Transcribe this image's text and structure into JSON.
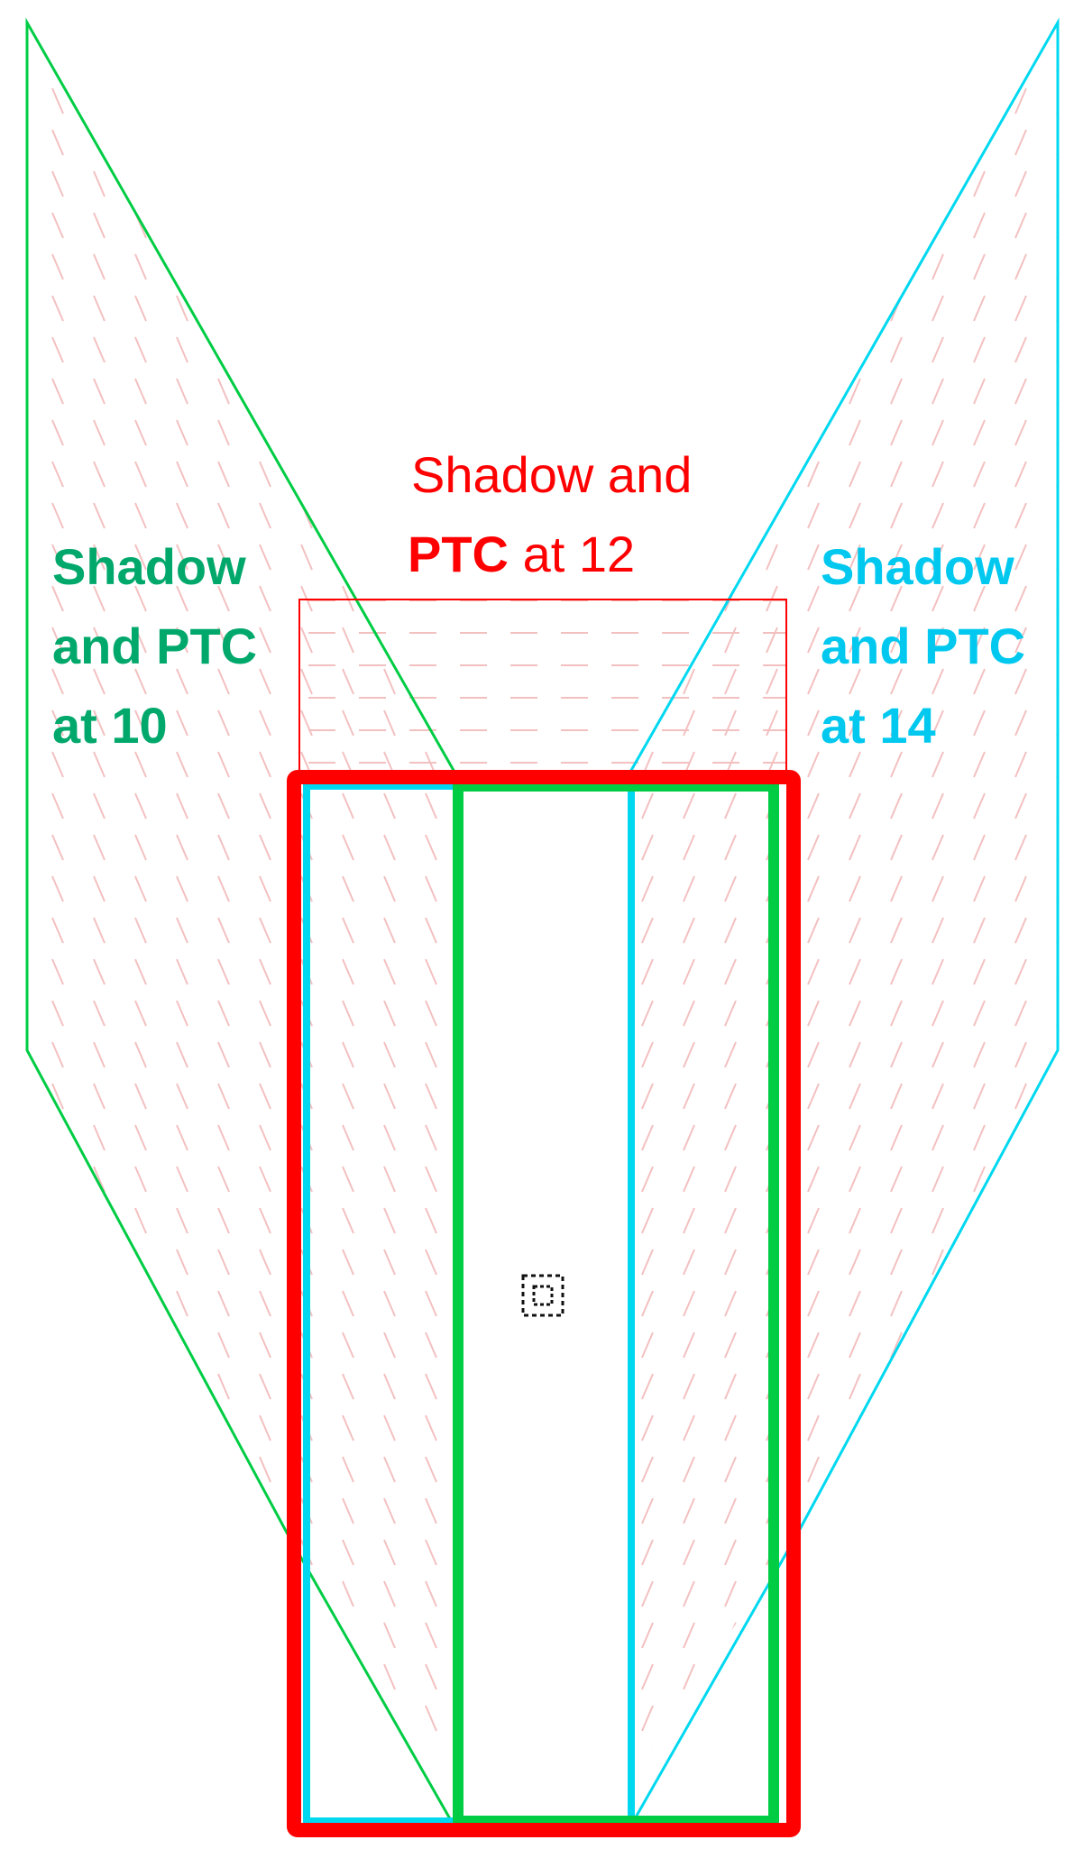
{
  "labels": {
    "green": {
      "line1": "Shadow",
      "line2": "and PTC",
      "line3": "at  10"
    },
    "red": {
      "line1": "Shadow and",
      "line2_bold": "PTC",
      "line2_rest": " at  12"
    },
    "cyan": {
      "line1": "Shadow",
      "line2": "and PTC",
      "line3": "at  14"
    }
  },
  "colors": {
    "green_text": "#00a86b",
    "green_line": "#00cc44",
    "red": "#ff0000",
    "cyan": "#00d8f0",
    "hatch": "#f0b8b8"
  },
  "icons": {
    "center_marker": "dotted-square-icon"
  }
}
